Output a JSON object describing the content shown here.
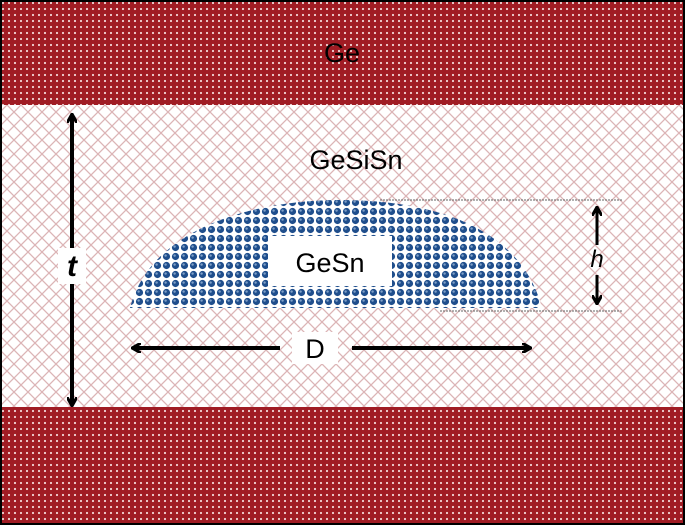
{
  "layers": {
    "top": {
      "label": "Ge",
      "color": "#a01c24"
    },
    "middle": {
      "label": "GeSiSn",
      "color": "#d9a3a6"
    },
    "bottom": {
      "label": "",
      "color": "#a01c24"
    },
    "island": {
      "label": "GeSn",
      "color": "#1f4e8c"
    }
  },
  "dimensions": {
    "thickness": "t",
    "height": "h",
    "diameter": "D"
  }
}
